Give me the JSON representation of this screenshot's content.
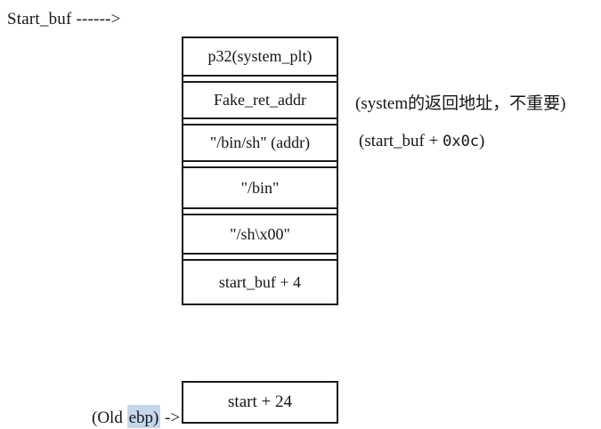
{
  "colors": {
    "line": "#1a1a1a",
    "highlight": "#c6d7e9",
    "bg": "#ffffff"
  },
  "top_label": {
    "text": "Start_buf ------>"
  },
  "stack": {
    "cells": [
      {
        "label": "p32(system_plt)"
      },
      {
        "label": "Fake_ret_addr"
      },
      {
        "label": "\"/bin/sh\" (addr)"
      },
      {
        "label": "\"/bin\""
      },
      {
        "label": "\"/sh\\x00\""
      },
      {
        "label": "start_buf + 4"
      }
    ]
  },
  "annotations": [
    {
      "text": "(system的返回地址，不重要)"
    },
    {
      "prefix": "(start_buf + ",
      "code": "0x0c",
      "suffix": ")"
    }
  ],
  "bottom": {
    "label_prefix": "(Old ",
    "label_highlight": "ebp)",
    "label_suffix": " ->",
    "box_label": "start + 24"
  }
}
